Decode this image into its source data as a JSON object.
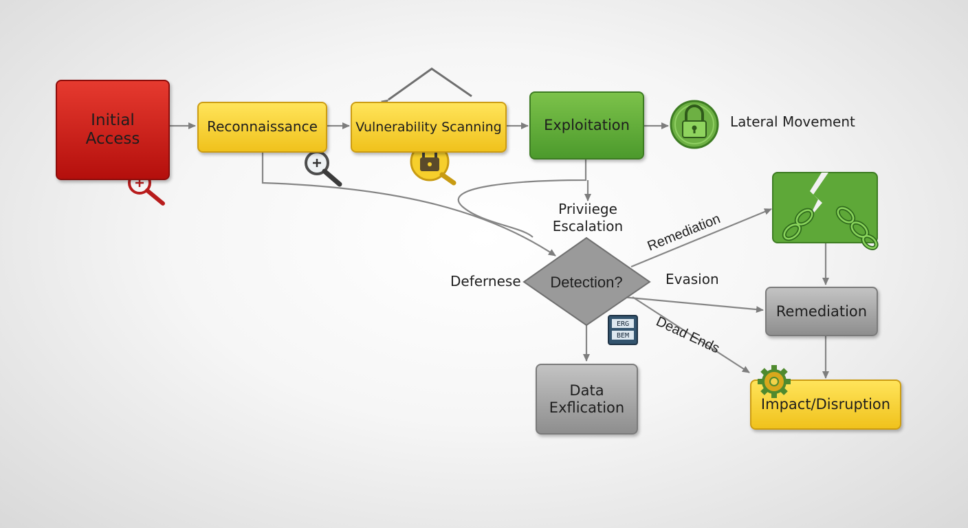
{
  "nodes": {
    "initial_access": "Initial\nAccess",
    "reconnaissance": "Reconnaissance",
    "vulnerability_scanning": "Vulnerability Scanning",
    "exploitation": "Exploitation",
    "remediation": "Remediation",
    "data_exfil": "Data\nExflication",
    "impact": "Impact/Disruption",
    "detection": "Detection?"
  },
  "labels": {
    "lateral_movement": "Lateral Movement",
    "privilege_escalation": "Priviiege\nEscalation",
    "defense": "Defernese",
    "evasion": "Evasion",
    "remediation_edge": "Remediation",
    "dead_ends": "Dead Ends"
  },
  "icon_text": {
    "line1": "ERG",
    "line2": "BEM"
  },
  "icons": [
    "magnifier-icon",
    "lock-icon",
    "padlock-icon",
    "broken-chain-icon",
    "server-panel-icon",
    "gear-icon"
  ],
  "colors": {
    "red": "#c8201a",
    "yellow": "#f6d232",
    "green": "#5fae38",
    "gray": "#a6a6a6",
    "arrow": "#7d7d7d"
  }
}
